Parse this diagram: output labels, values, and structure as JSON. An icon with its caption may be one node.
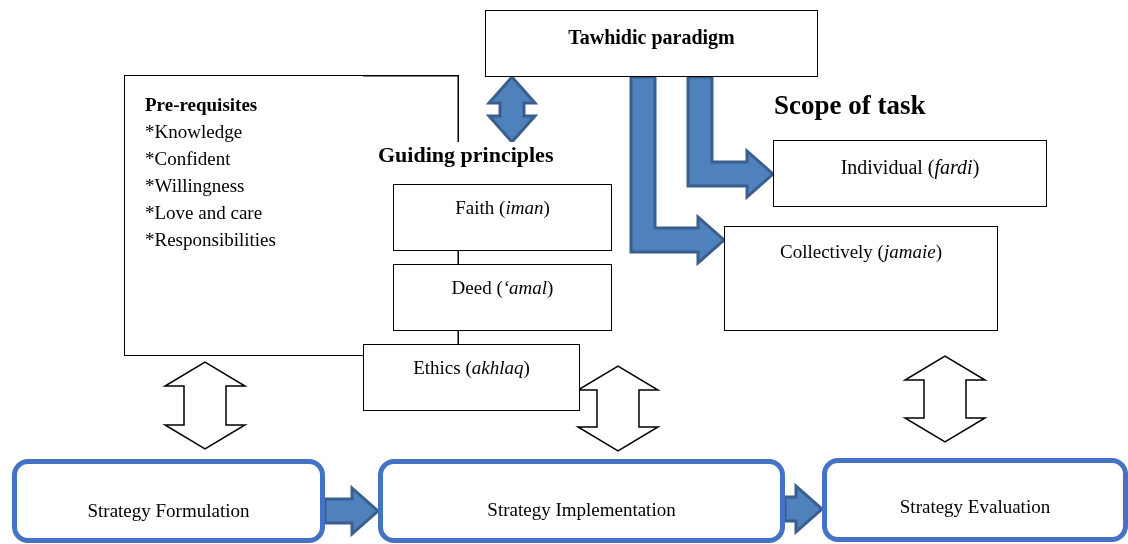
{
  "diagram": {
    "nodes": [
      {
        "text": [
          "Tawhidic paradigm"
        ]
      },
      {
        "text": [
          "Pre-requisites",
          "*Knowledge",
          "*Confident",
          "*Willingness",
          "*Love and care",
          "*Responsibilities"
        ]
      },
      {
        "text": [
          "Guiding principles"
        ]
      },
      {
        "text": [
          "Faith (*iman*)"
        ]
      },
      {
        "text": [
          "Deed (*‘amal*)"
        ]
      },
      {
        "text": [
          "Ethics (*akhlaq*)"
        ]
      },
      {
        "text": [
          "Scope of task"
        ]
      },
      {
        "text": [
          "Individual (*fardi*)"
        ]
      },
      {
        "text": [
          "Collectively (*jamaie*)"
        ]
      },
      {
        "text": [
          "Strategy Formulation"
        ]
      },
      {
        "text": [
          "Strategy Implementation"
        ]
      },
      {
        "text": [
          "Strategy Evaluation"
        ]
      }
    ],
    "edges": [
      {
        "from": 0,
        "to": 2,
        "arrow": "both",
        "style": "thick"
      },
      {
        "from": 0,
        "to": 7,
        "arrow": "to",
        "style": "thick"
      },
      {
        "from": 0,
        "to": 8,
        "arrow": "to",
        "style": "thick"
      },
      {
        "from": 9,
        "to": 10,
        "arrow": "to",
        "style": "thick"
      },
      {
        "from": 10,
        "to": 11,
        "arrow": "to",
        "style": "thick"
      },
      {
        "from": 1,
        "to": 9,
        "arrow": "both"
      },
      {
        "from": null,
        "to": 10,
        "arrow": "both"
      },
      {
        "from": 8,
        "to": 11,
        "arrow": "both"
      }
    ]
  }
}
